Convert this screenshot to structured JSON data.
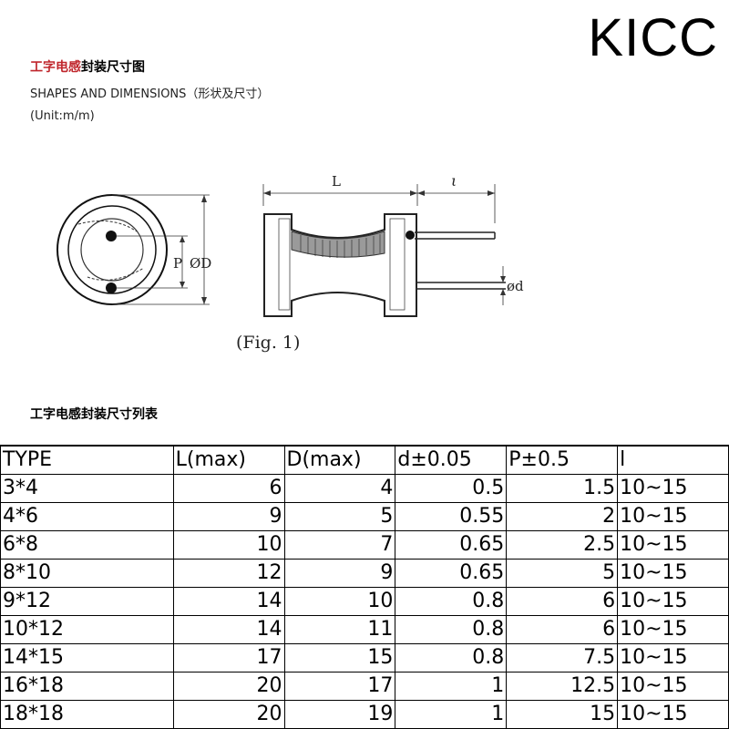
{
  "brand": "KICC",
  "heading": {
    "cn_red": "工字电感",
    "cn_rest": "封装尺寸图",
    "en": "SHAPES AND DIMENSIONS（形状及尺寸）",
    "unit": "(Unit:m/m)"
  },
  "figure": {
    "label_L": "L",
    "label_l": "ι",
    "label_P": "P",
    "label_D": "ØD",
    "label_d": "ød",
    "caption": "(Fig. 1)"
  },
  "table": {
    "title": "工字电感封装尺寸列表",
    "headers": [
      "TYPE",
      "L(max)",
      "D(max)",
      "d±0.05",
      "P±0.5",
      "l"
    ],
    "rows": [
      [
        "3*4",
        "6",
        "4",
        "0.5",
        "1.5",
        "10~15"
      ],
      [
        "4*6",
        "9",
        "5",
        "0.55",
        "2",
        "10~15"
      ],
      [
        "6*8",
        "10",
        "7",
        "0.65",
        "2.5",
        "10~15"
      ],
      [
        "8*10",
        "12",
        "9",
        "0.65",
        "5",
        "10~15"
      ],
      [
        "9*12",
        "14",
        "10",
        "0.8",
        "6",
        "10~15"
      ],
      [
        "10*12",
        "14",
        "11",
        "0.8",
        "6",
        "10~15"
      ],
      [
        "14*15",
        "17",
        "15",
        "0.8",
        "7.5",
        "10~15"
      ],
      [
        "16*18",
        "20",
        "17",
        "1",
        "12.5",
        "10~15"
      ],
      [
        "18*18",
        "20",
        "19",
        "1",
        "15",
        "10~15"
      ]
    ]
  }
}
